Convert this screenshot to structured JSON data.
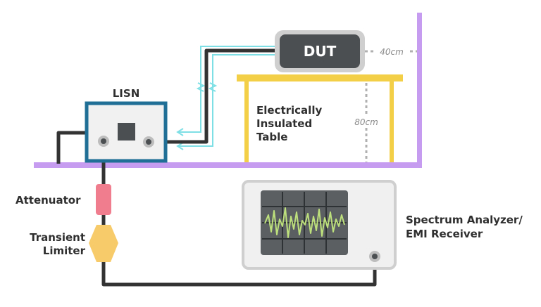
{
  "labels": {
    "dut": "DUT",
    "lisn": "LISN",
    "table_line1": "Electrically",
    "table_line2": "Insulated",
    "table_line3": "Table",
    "attenuator": "Attenuator",
    "limiter_line1": "Transient",
    "limiter_line2": "Limiter",
    "analyzer_line1": "Spectrum Analyzer/",
    "analyzer_line2": "EMI Receiver"
  },
  "dimensions": {
    "dut_to_wall": "40cm",
    "table_height": "80cm"
  },
  "colors": {
    "wall_floor": "#c59cf0",
    "cable": "#333333",
    "signal": "#7ee0e5",
    "lisn_border": "#1f6f96",
    "lisn_fill": "#f1f1f1",
    "table": "#f3cf48",
    "attenuator": "#f07d8e",
    "limiter": "#f8cb6a",
    "screen": "#5b5f62",
    "waveform": "#bde07c"
  }
}
